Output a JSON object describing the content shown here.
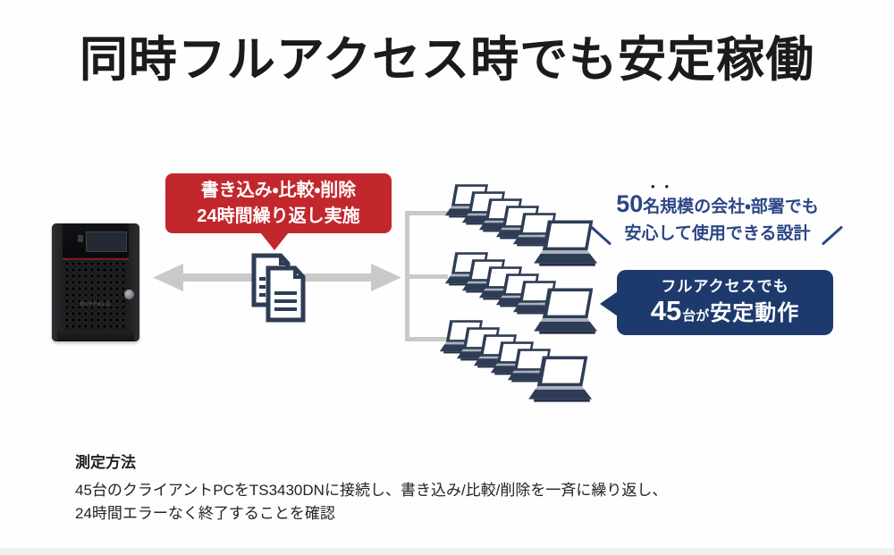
{
  "title": "同時フルアクセス時でも安定稼働",
  "device": {
    "brand": "BUFFALO"
  },
  "load_label": {
    "line1": "書き込み・比較・削除",
    "line2": "24時間繰り返し実施"
  },
  "clients_note": {
    "emphasis_dots": "••",
    "line1_big": "50",
    "line1_rest": "名規模の会社・部署でも",
    "line2": "安心して使用できる設計"
  },
  "result_badge": {
    "line1": "フルアクセスでも",
    "num": "45",
    "unit": "台が",
    "rest": "安定動作"
  },
  "method": {
    "heading": "測定方法",
    "line1": "45台のクライアントPCをTS3430DNに接続し、書き込み/比較/削除を一斉に繰り返し、",
    "line2": "24時間エラーなく終了することを確認"
  },
  "colors": {
    "load_red": "#c2272d",
    "badge_navy": "#1e3a6d",
    "note_navy": "#2c4586",
    "laptop_navy": "#2e3d55",
    "connector_gray": "#c9c9c9"
  },
  "diagram": {
    "laptop_rows": 3,
    "laptops_per_row": 6
  }
}
